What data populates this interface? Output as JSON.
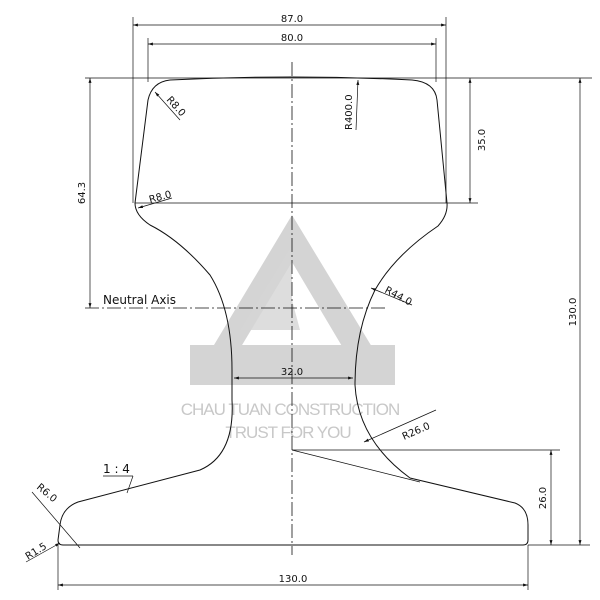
{
  "drawing": {
    "dimensions": {
      "head_width_outer": "87.0",
      "head_width_top": "80.0",
      "head_height": "35.0",
      "neutral_axis_height": "64.3",
      "total_height": "130.0",
      "base_width": "130.0",
      "web_thickness": "32.0",
      "foot_height": "26.0"
    },
    "radii": {
      "head_top_corner": "R8.0",
      "head_crown": "R400.0",
      "head_bottom_corner": "R8.0",
      "web_upper": "R44.0",
      "web_lower": "R26.0",
      "foot_edge": "R6.0",
      "foot_corner": "R1.5"
    },
    "slope": "1 : 4",
    "neutral_axis_label": "Neutral Axis"
  },
  "watermark": {
    "line1": "CHAU TUAN CONSTRUCTION",
    "line2": "TRUST FOR YOU",
    "color": "#c8c8c8"
  }
}
